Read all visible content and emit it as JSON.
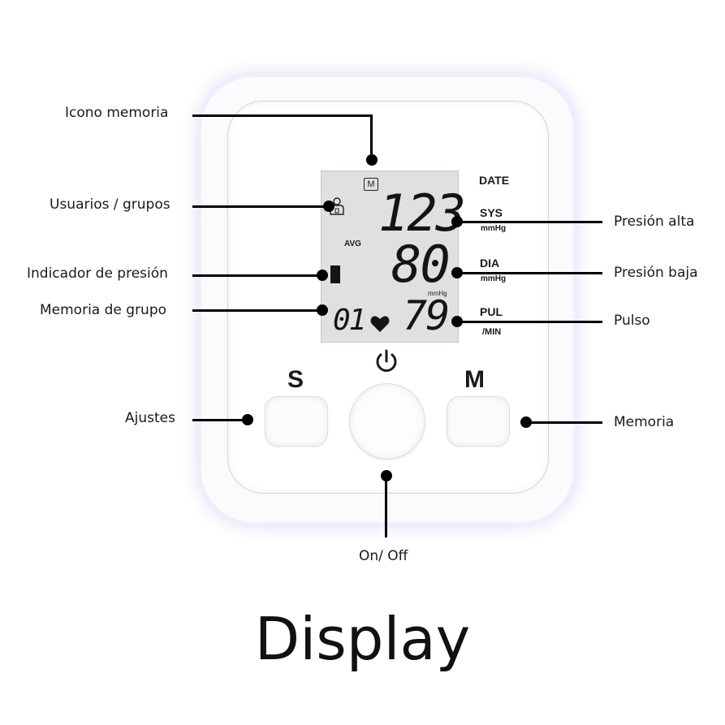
{
  "title": "Display",
  "callouts": {
    "memory_icon": "Icono memoria",
    "users_groups": "Usuarios / grupos",
    "pressure_indicator": "Indicador de presión",
    "group_memory": "Memoria de grupo",
    "settings": "Ajustes",
    "high_pressure": "Presión alta",
    "low_pressure": "Presión baja",
    "pulse": "Pulso",
    "memory": "Memoria",
    "on_off": "On/ Off"
  },
  "device": {
    "date_label": "DATE",
    "sys_label": "SYS",
    "sys_unit": "mmHg",
    "dia_label": "DIA",
    "dia_unit": "mmHg",
    "pul_label": "PUL",
    "pul_unit": "/MIN",
    "s_button": "S",
    "m_button": "M"
  },
  "lcd": {
    "memory_badge": "M",
    "systolic": "123",
    "diastolic": "80",
    "pulse": "79",
    "avg_label": "AVG",
    "group_number": "01",
    "small_unit": "mmHg"
  },
  "icons": {
    "power": "power-icon",
    "heart": "heart-icon",
    "user": "user-icon",
    "memory": "memory-badge-icon"
  }
}
